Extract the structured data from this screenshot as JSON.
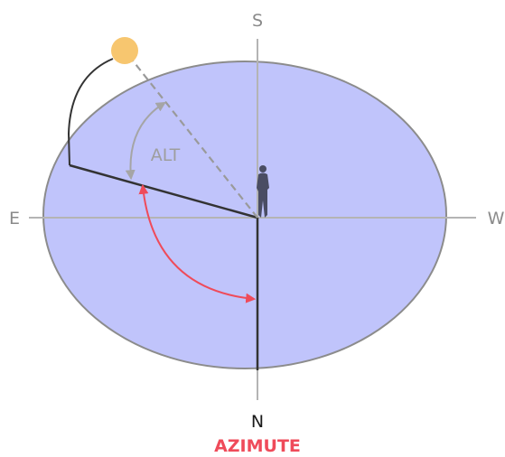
{
  "labels": {
    "south": "S",
    "north": "N",
    "east": "E",
    "west": "W",
    "altitude": "ALT",
    "azimuth": "AZIMUTE"
  },
  "colors": {
    "ground_fill": "#c0c4fb",
    "ground_stroke": "#8c8c8c",
    "axis": "#b4b4b4",
    "sun": "#f7c66f",
    "sun_path": "#333333",
    "altitude_arc": "#a5a5a5",
    "sight_line": "#9a9a9a",
    "azimuth_arc": "#ef4b5a",
    "azimuth_text": "#ef4b5a",
    "observer": "#4a4d63"
  },
  "icons": {
    "observer": "person-silhouette-icon",
    "sun": "sun-icon"
  }
}
